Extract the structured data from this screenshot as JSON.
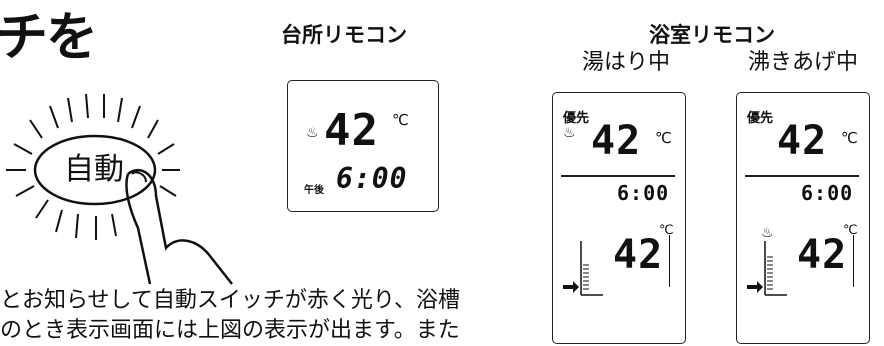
{
  "heading_fragment": "チを",
  "button": {
    "label": "自動"
  },
  "kitchen_remote": {
    "title": "台所リモコン",
    "temperature": "42",
    "unit": "℃",
    "time_prefix": "午後",
    "time": "6:00"
  },
  "bath_remote": {
    "title": "浴室リモコン",
    "panels": [
      {
        "mode": "湯はり中",
        "priority": "優先",
        "temperature": "42",
        "unit": "℃",
        "time": "6:00",
        "bath_temperature": "42",
        "bath_unit": "℃"
      },
      {
        "mode": "沸きあげ中",
        "priority": "優先",
        "temperature": "42",
        "unit": "℃",
        "time": "6:00",
        "bath_temperature": "42",
        "bath_unit": "℃"
      }
    ]
  },
  "body_text": {
    "line1": "とお知らせして自動スイッチが赤く光り、浴槽",
    "line2": "のとき表示画面には上図の表示が出ます。また"
  }
}
